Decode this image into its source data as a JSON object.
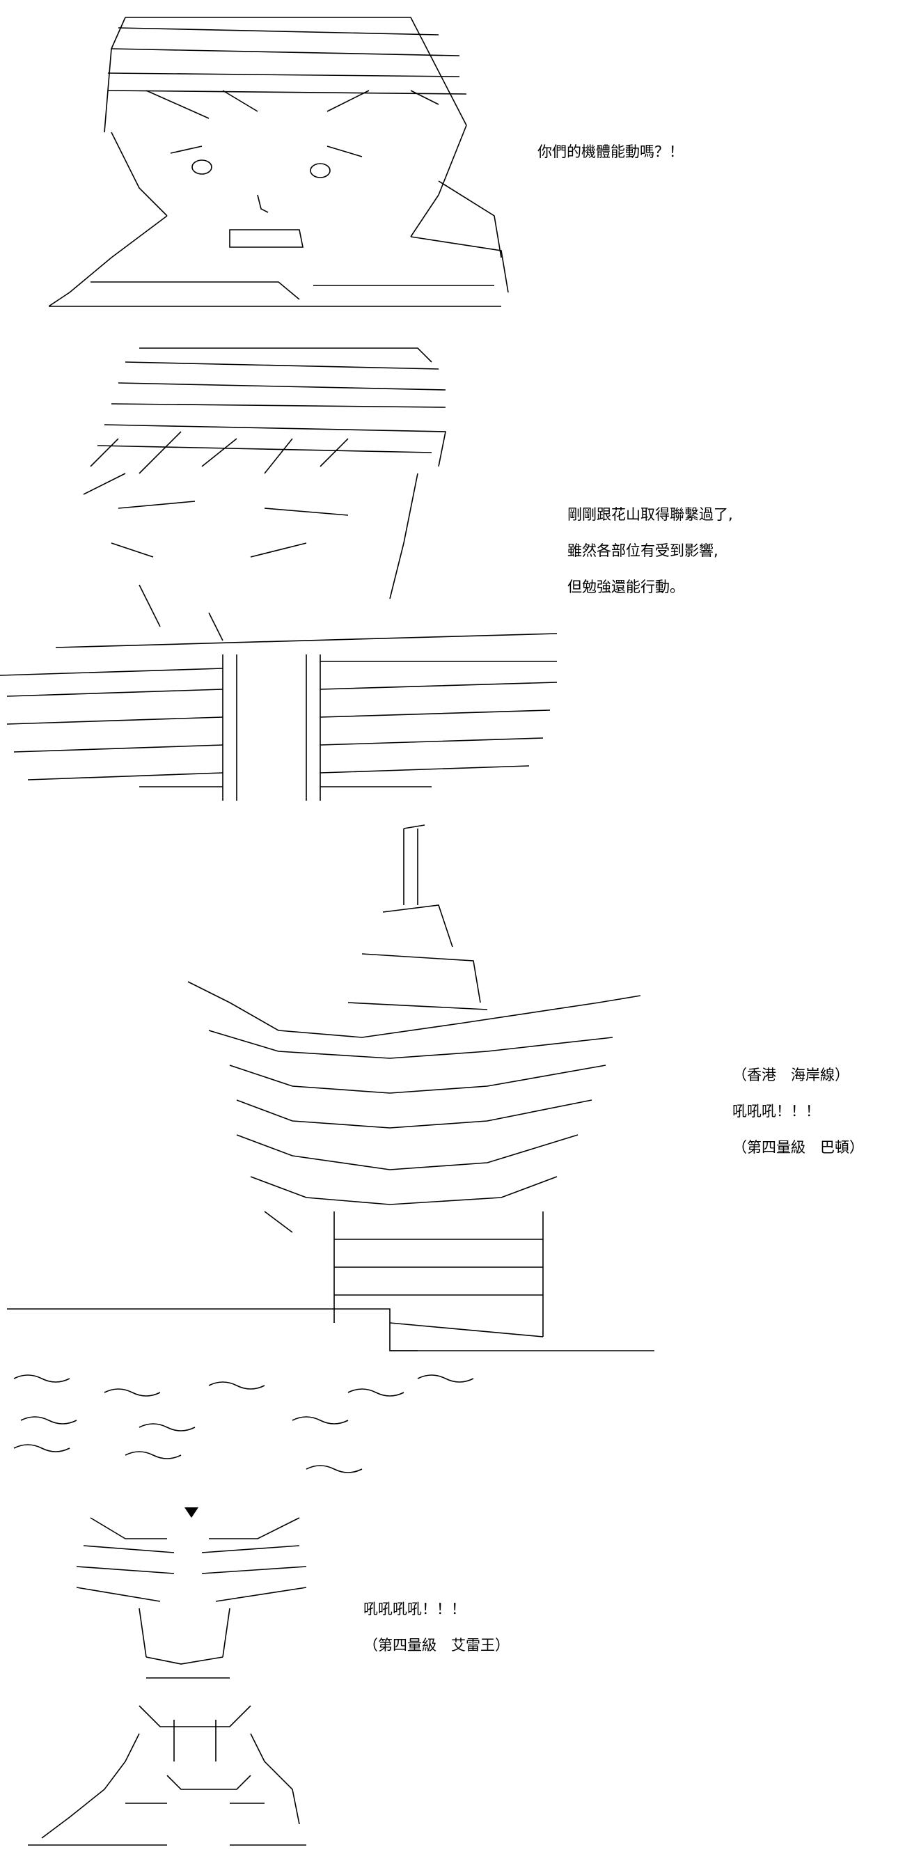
{
  "panels": [
    {
      "lines": [
        "你們的機體能動嗎？！"
      ]
    },
    {
      "lines": [
        "剛剛跟花山取得聯繫過了,",
        "雖然各部位有受到影響,",
        "但勉強還能行動。"
      ]
    },
    {
      "lines": [
        "（香港　海岸線）",
        "吼吼吼！！！",
        "（第四量級　巴頓）"
      ]
    },
    {
      "lines": [
        "吼吼吼吼！！！",
        "（第四量級　艾雷王）"
      ]
    }
  ]
}
